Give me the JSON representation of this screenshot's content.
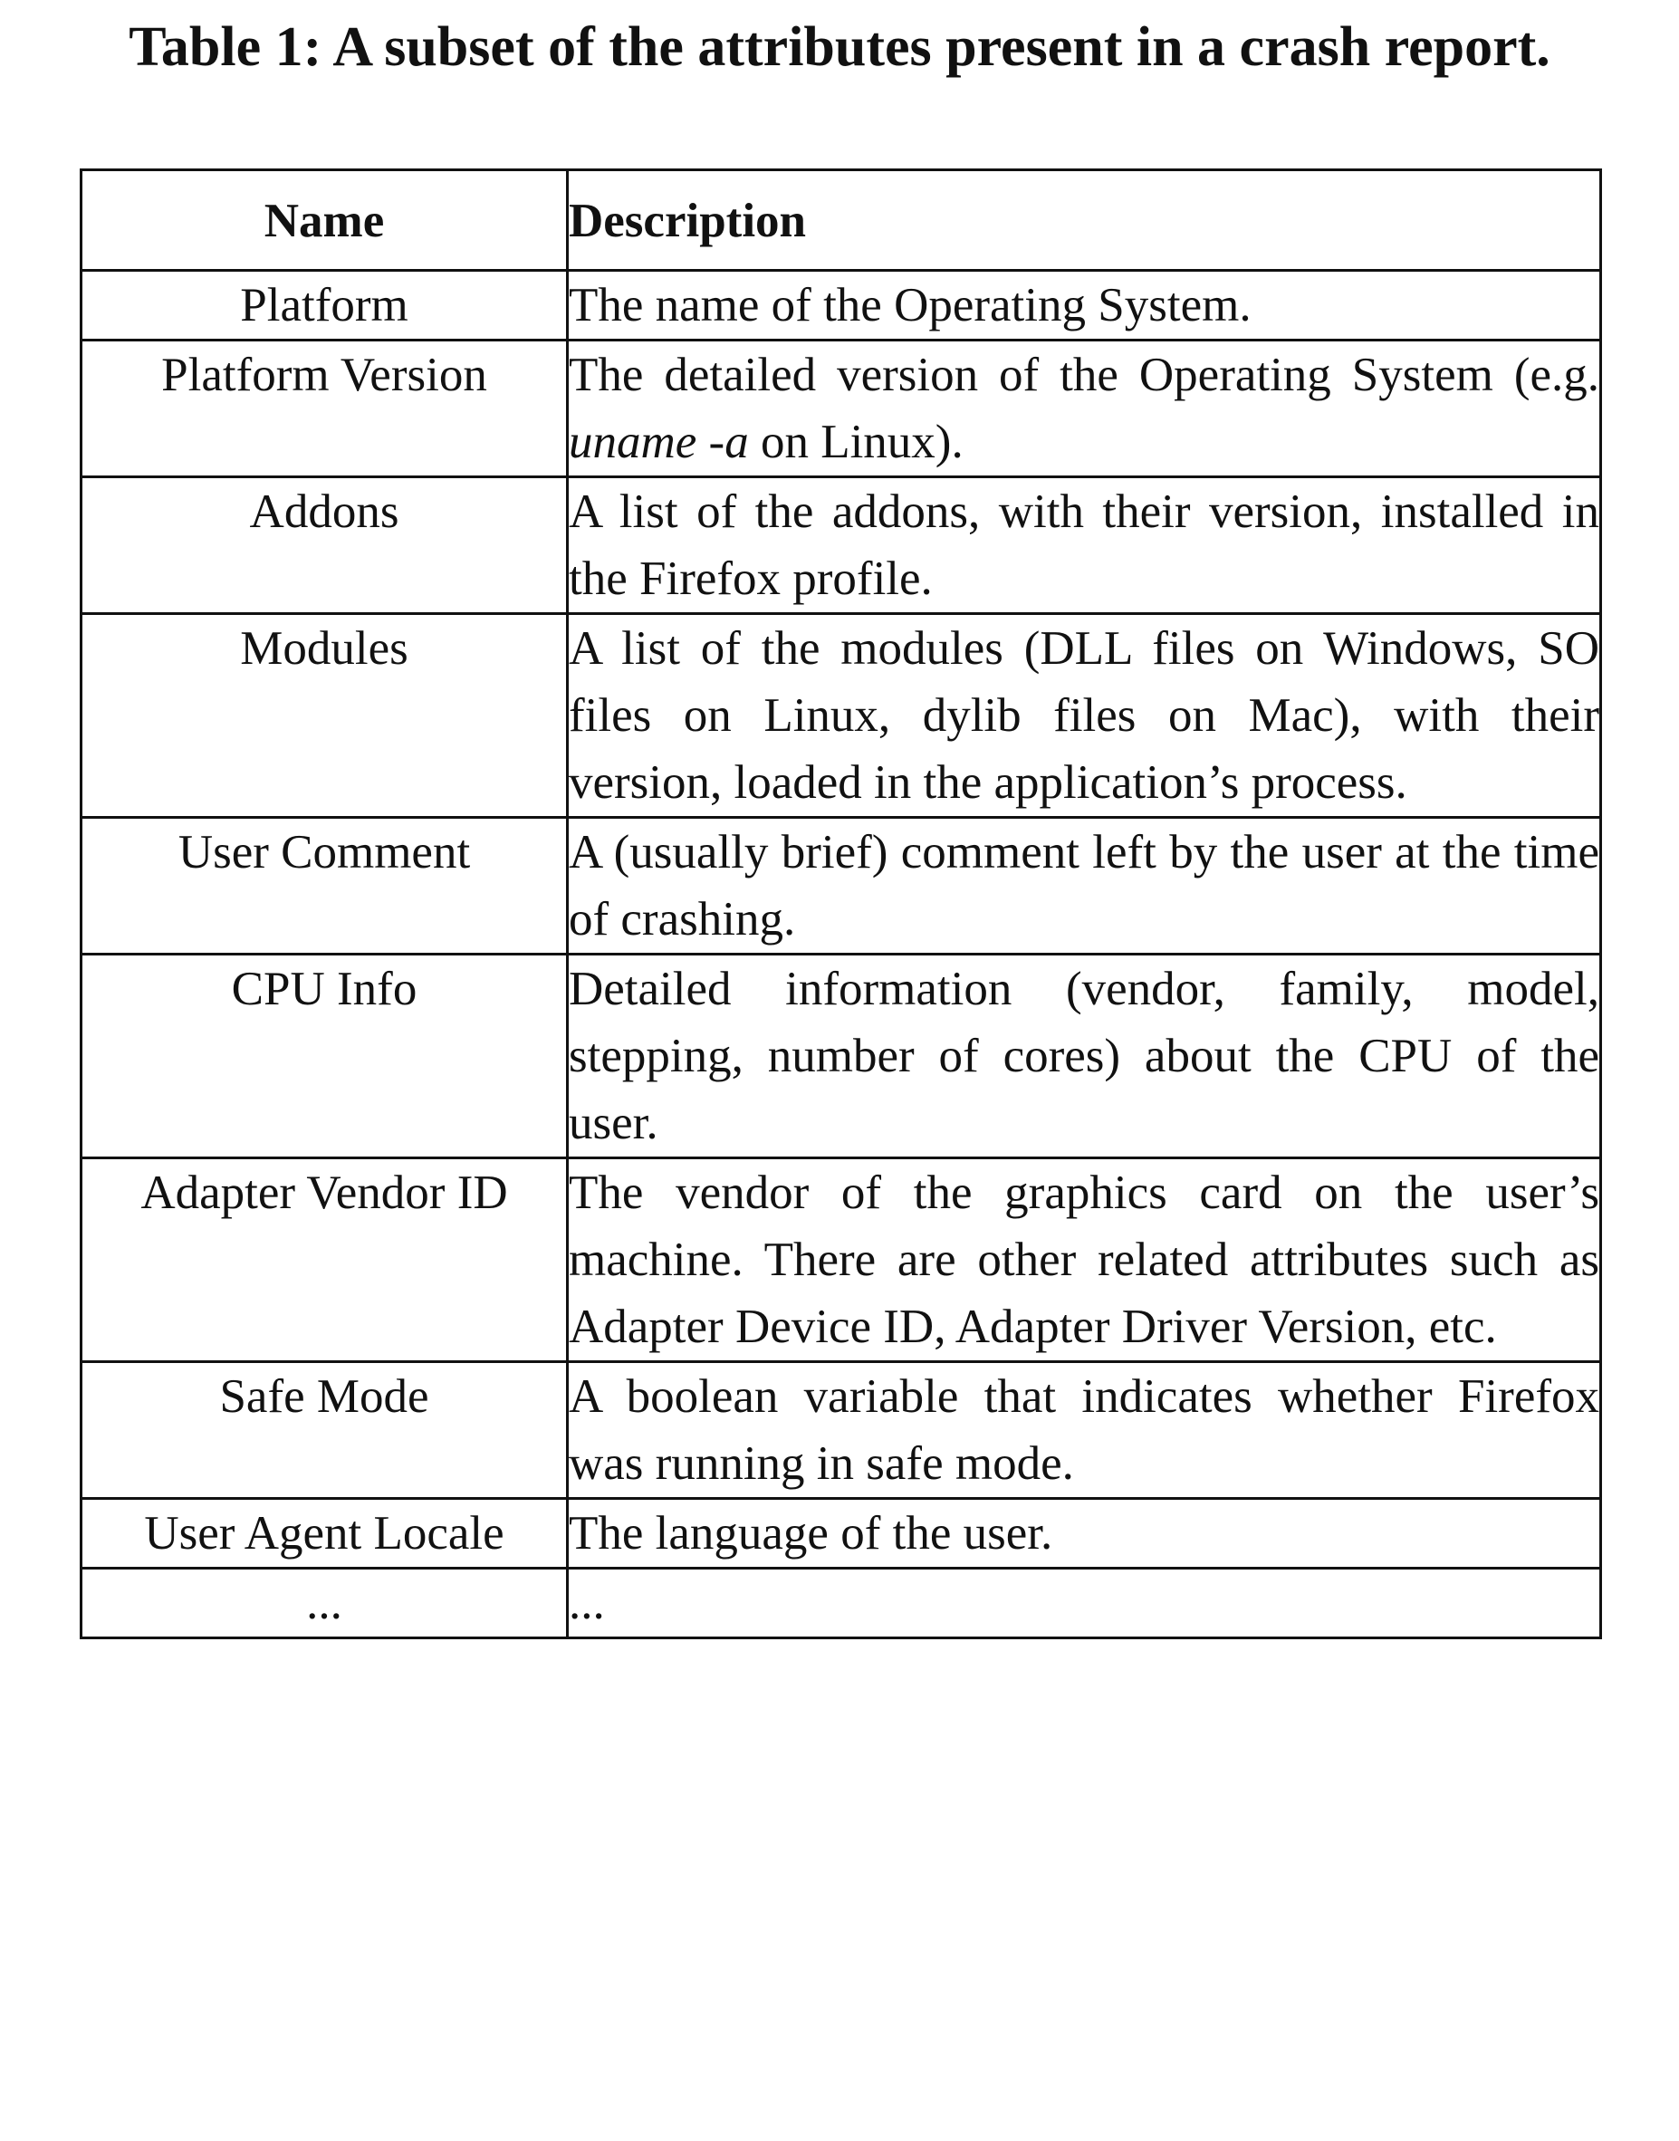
{
  "caption": "Table 1: A subset of the attributes present in a crash report.",
  "table": {
    "headers": {
      "name": "Name",
      "description": "Description"
    },
    "rows": [
      {
        "name": "Platform",
        "description": {
          "pre": "The name of the Operating System.",
          "em": "",
          "post": ""
        }
      },
      {
        "name": "Platform Version",
        "description": {
          "pre": "The detailed version of the Operating System (e.g. ",
          "em": "uname -a",
          "post": " on Linux)."
        }
      },
      {
        "name": "Addons",
        "description": {
          "pre": "A list of the addons, with their version, in­stalled in the Firefox profile.",
          "em": "",
          "post": ""
        }
      },
      {
        "name": "Modules",
        "description": {
          "pre": "A list of the modules (DLL files on Windows, SO files on Linux, dylib files on Mac), with their version, loaded in the application’s pro­cess.",
          "em": "",
          "post": ""
        }
      },
      {
        "name": "User Comment",
        "description": {
          "pre": "A (usually brief) comment left by the user at the time of crashing.",
          "em": "",
          "post": ""
        }
      },
      {
        "name": "CPU Info",
        "description": {
          "pre": "Detailed information (vendor, family, model, stepping, number of cores) about the CPU of the user.",
          "em": "",
          "post": ""
        }
      },
      {
        "name": "Adapter Vendor ID",
        "description": {
          "pre": "The vendor of the graphics card on the user’s machine. There are other related attributes such as Adapter Device ID, Adapter Driver Version, etc.",
          "em": "",
          "post": ""
        }
      },
      {
        "name": "Safe Mode",
        "description": {
          "pre": "A boolean variable that indicates whether Firefox was running in safe mode.",
          "em": "",
          "post": ""
        }
      },
      {
        "name": "User Agent Locale",
        "description": {
          "pre": "The language of the user.",
          "em": "",
          "post": ""
        }
      },
      {
        "name": "...",
        "description": {
          "pre": "...",
          "em": "",
          "post": ""
        }
      }
    ]
  }
}
